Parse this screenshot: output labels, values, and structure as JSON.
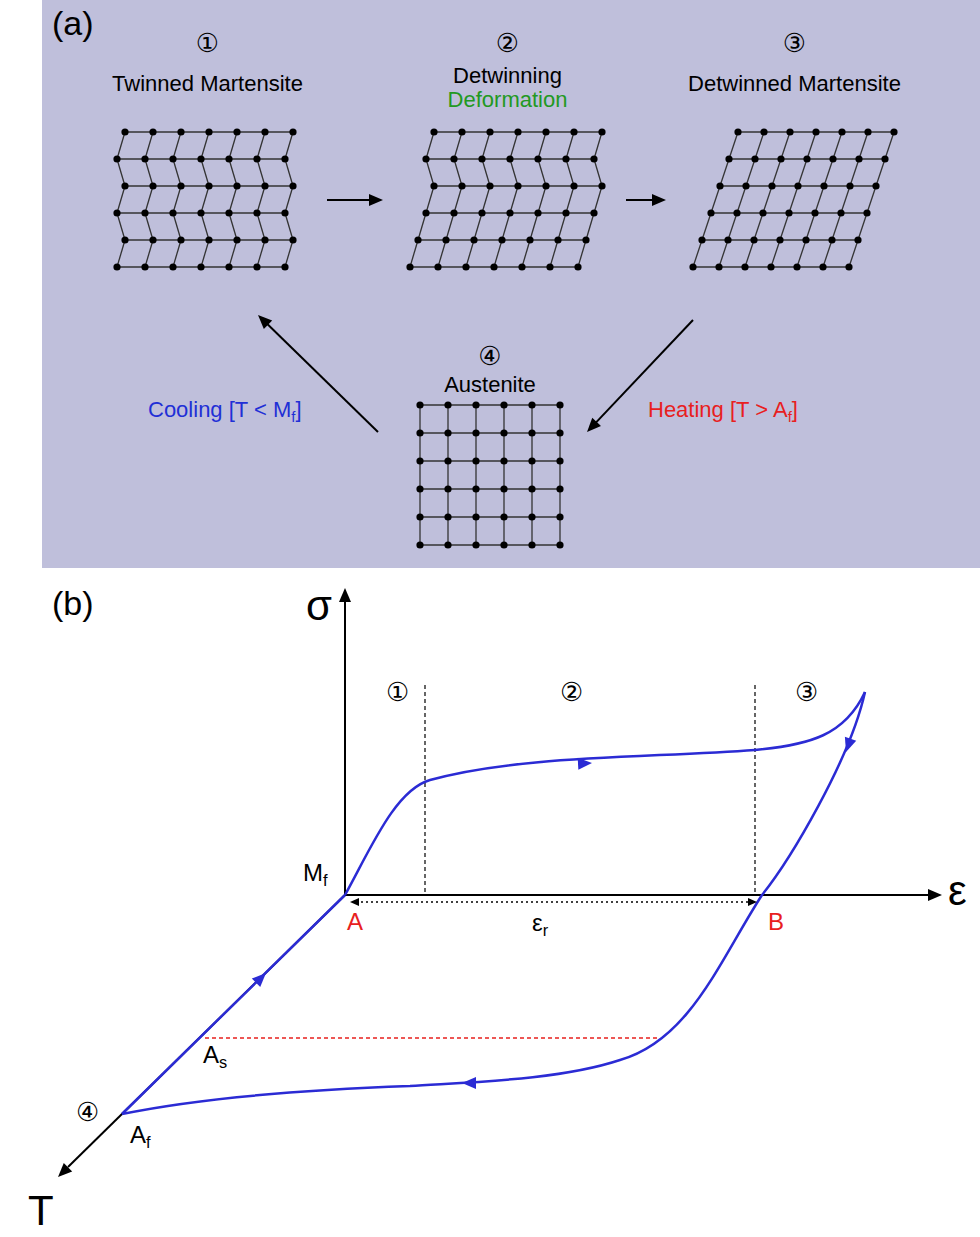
{
  "diagram": {
    "nodes": [
      {
        "text": [
          "①",
          "Twinned Martensite"
        ]
      },
      {
        "text": [
          "②",
          "Detwinning",
          "Deformation"
        ]
      },
      {
        "text": [
          "③",
          "Detwinned Martensite"
        ]
      },
      {
        "text": [
          "④",
          "Austenite"
        ]
      }
    ],
    "edges": [
      {
        "from": 0,
        "to": 1,
        "arrow": "to"
      },
      {
        "from": 1,
        "to": 2,
        "arrow": "to"
      },
      {
        "from": 2,
        "to": 3,
        "arrow": "to",
        "label": "Heating [T > Af]"
      },
      {
        "from": 3,
        "to": 0,
        "arrow": "to",
        "label": "Cooling [T < Mf]"
      }
    ],
    "labels": [
      "(a)",
      "(b)",
      "σ",
      "ε",
      "T",
      "①",
      "②",
      "③",
      "Mf",
      "A",
      "εr",
      "B",
      "As",
      "Af",
      "④"
    ]
  }
}
